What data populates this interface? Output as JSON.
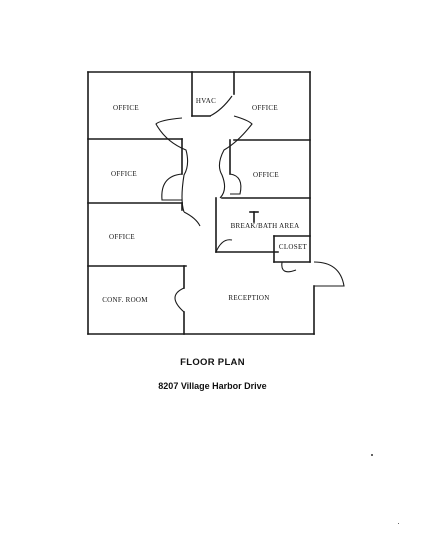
{
  "title": "FLOOR PLAN",
  "address": "8207 Village Harbor Drive",
  "rooms": [
    {
      "id": "office-1",
      "label": "OFFICE"
    },
    {
      "id": "hvac",
      "label": "HVAC"
    },
    {
      "id": "office-2",
      "label": "OFFICE"
    },
    {
      "id": "office-3",
      "label": "OFFICE"
    },
    {
      "id": "office-4",
      "label": "OFFICE"
    },
    {
      "id": "office-5",
      "label": "OFFICE"
    },
    {
      "id": "break-bath",
      "label": "BREAK/BATH AREA"
    },
    {
      "id": "closet",
      "label": "CLOSET"
    },
    {
      "id": "conf-room",
      "label": "CONF. ROOM"
    },
    {
      "id": "reception",
      "label": "RECEPTION"
    }
  ]
}
